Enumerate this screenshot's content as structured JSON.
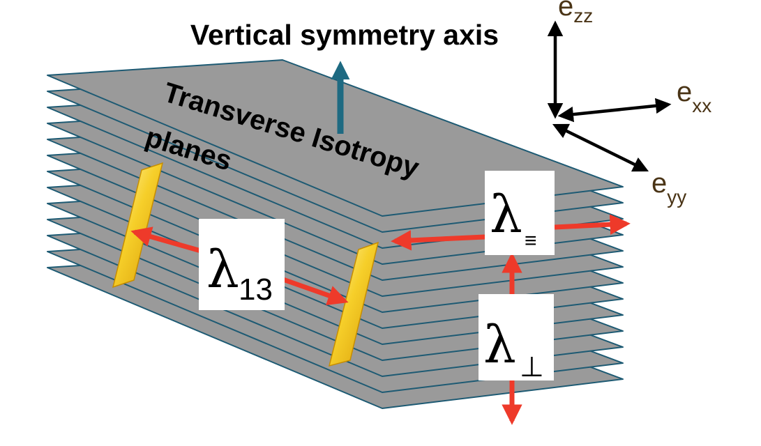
{
  "title": "Vertical symmetry axis",
  "planes_label_line1": "Transverse Isotropy",
  "planes_label_line2": "planes",
  "lambda13": {
    "symbol": "λ",
    "subscript": "13"
  },
  "lambda_parallel": {
    "symbol": "λ",
    "subscript": "≡"
  },
  "lambda_perp": {
    "symbol": "λ",
    "subscript": "⊥"
  },
  "axes": {
    "zz": {
      "base": "e",
      "sub": "zz"
    },
    "xx": {
      "base": "e",
      "sub": "xx"
    },
    "yy": {
      "base": "e",
      "sub": "yy"
    }
  },
  "colors": {
    "plane_fill": "#9a9a9a",
    "plane_edge": "#1d5a73",
    "symmetry_arrow": "#1e6a82",
    "red_arrow": "#ee3a2a",
    "crystal": "#f4c419",
    "axis_text": "#4a3416"
  },
  "plane_count": 13
}
